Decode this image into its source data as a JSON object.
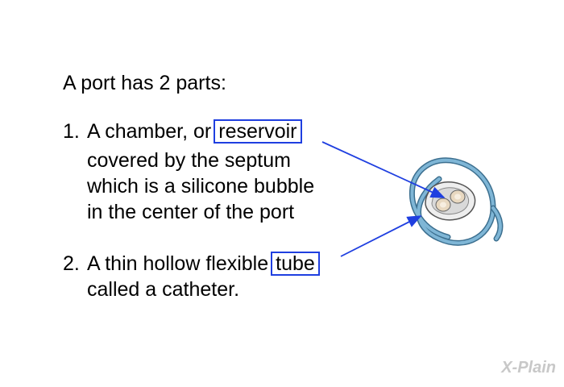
{
  "intro": "A port has 2 parts:",
  "items": [
    {
      "number": "1.",
      "first_line_text": "A chamber, or",
      "highlight": "reservoir",
      "lines": [
        "covered by the septum",
        "which is a silicone bubble",
        "in the center of the port"
      ]
    },
    {
      "number": "2.",
      "first_line_text": "A thin hollow flexible",
      "highlight": "tube",
      "lines": [
        "called a catheter."
      ]
    }
  ],
  "logo": "X-Plain",
  "colors": {
    "highlight_box": "#1f3fe0",
    "arrow": "#1f3fe0",
    "catheter": "#5b9bc0",
    "port_fill": "#eeeeee",
    "septum": "#e8d8c0",
    "logo": "#c8c8c8"
  }
}
